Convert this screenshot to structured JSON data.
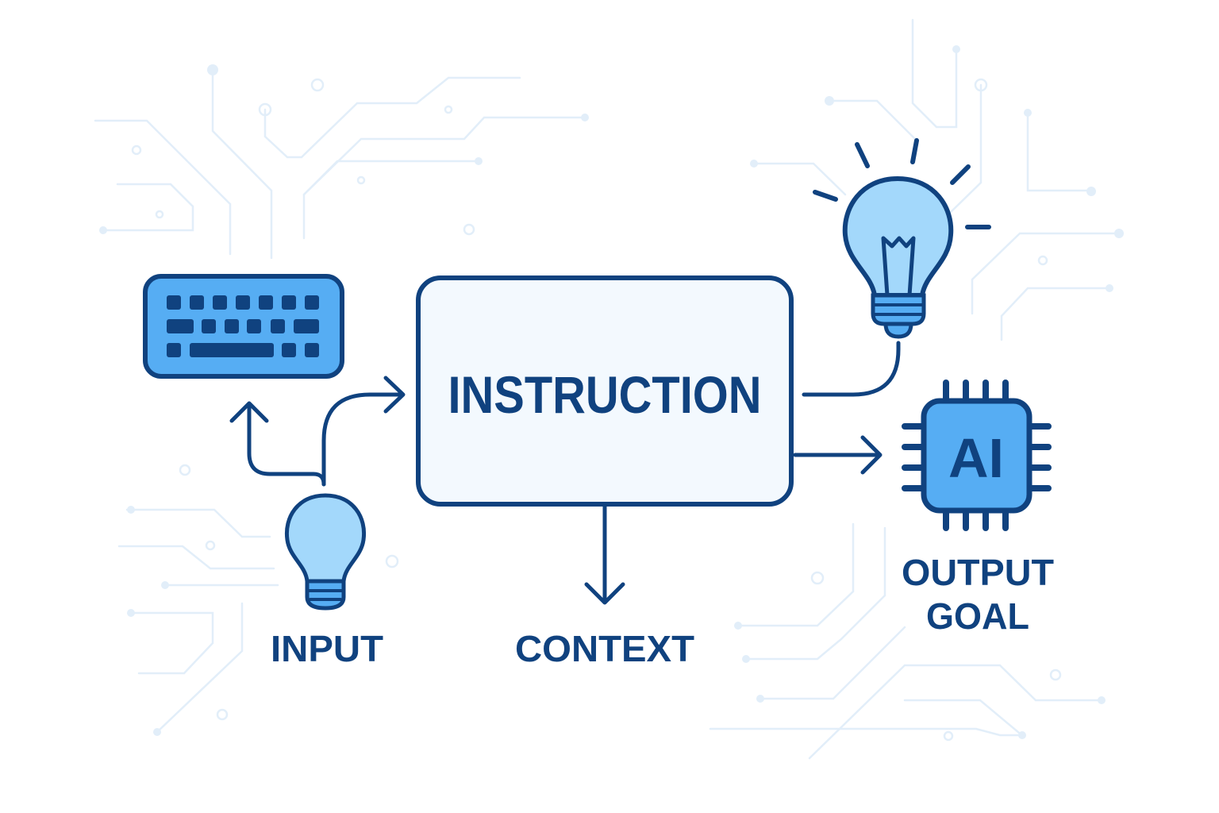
{
  "diagram": {
    "center_label": "INSTRUCTION",
    "input_label": "INPUT",
    "context_label": "CONTEXT",
    "output_label_line1": "OUTPUT",
    "output_label_line2": "GOAL",
    "chip_label": "AI"
  },
  "colors": {
    "dark": "#10427f",
    "accent": "#56adf3",
    "bulb": "#a3d8fb",
    "box": "#f3f9fe",
    "circuit": "#e2eef9"
  },
  "icons": [
    "keyboard-icon",
    "lightbulb-icon",
    "ai-chip-icon",
    "arrow-icon"
  ]
}
